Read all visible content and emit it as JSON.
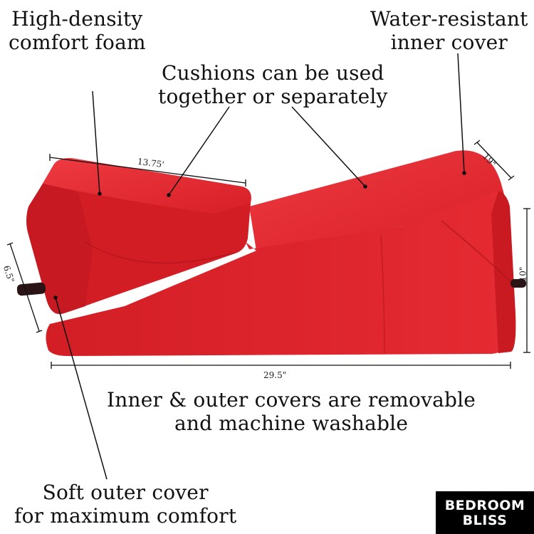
{
  "callouts": {
    "foam": [
      "High-density",
      "comfort foam"
    ],
    "inner_cover": [
      "Water-resistant",
      "inner cover"
    ],
    "cushions": [
      "Cushions can be used",
      "together or separately"
    ],
    "covers": [
      "Inner & outer covers are removable",
      "and machine washable"
    ],
    "outer_cover": [
      "Soft outer cover",
      "for maximum comfort"
    ]
  },
  "dimensions": {
    "top_cushion_length": "13.75'",
    "depth": "19\"",
    "height": "10\"",
    "top_cushion_height": "6.5\"",
    "length": "29.5\""
  },
  "brand": {
    "line1": "BEDROOM",
    "line2": "BLISS"
  },
  "colors": {
    "cushion_red": "#e3232b",
    "cushion_shadow": "#b3141c",
    "logo_bg": "#000000"
  }
}
